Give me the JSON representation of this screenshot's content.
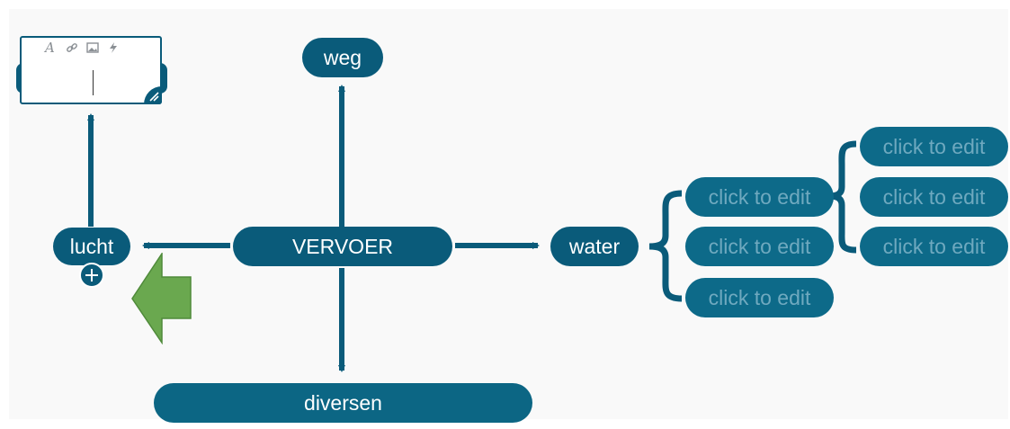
{
  "mindmap": {
    "central": {
      "label": "VERVOER"
    },
    "branches": {
      "weg": "weg",
      "lucht": "lucht",
      "water": "water",
      "diversen": "diversen"
    },
    "water_children": [
      {
        "label": "click to edit"
      },
      {
        "label": "click to edit"
      },
      {
        "label": "click to edit"
      }
    ],
    "sub_children": [
      {
        "label": "click to edit"
      },
      {
        "label": "click to edit"
      },
      {
        "label": "click to edit"
      }
    ]
  },
  "editor": {
    "toolbar": [
      "font-icon",
      "link-icon",
      "image-icon",
      "lightning-icon"
    ]
  },
  "colors": {
    "node": "#0a5b7a",
    "placeholder_text": "#6fa9bf",
    "arrow": "#6aa84f",
    "canvas": "#f9f9f9"
  }
}
